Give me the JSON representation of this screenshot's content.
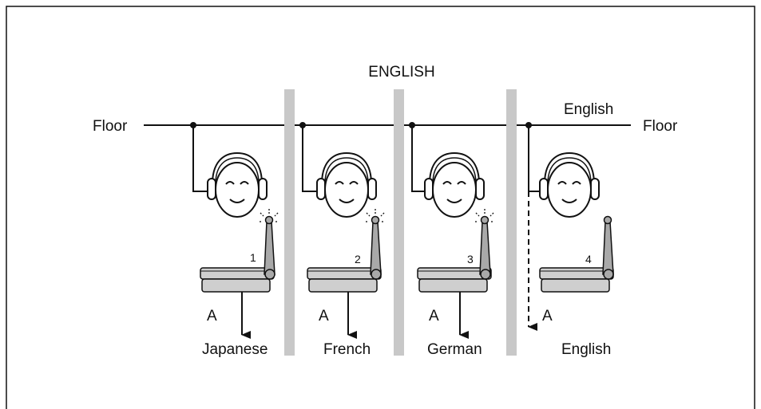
{
  "diagram": {
    "title": "ENGLISH",
    "floor_left_label": "Floor",
    "floor_right_label": "Floor",
    "bus_label": "English",
    "colors": {
      "line": "#111111",
      "divider": "#c8c8c8",
      "desk_fill": "#cfcfcf",
      "mic_fill": "#a9a9a9",
      "face_fill": "#ffffff"
    },
    "booths": [
      {
        "number": "1",
        "output_label": "A",
        "language": "Japanese",
        "mic_active": true,
        "output_line": "solid"
      },
      {
        "number": "2",
        "output_label": "A",
        "language": "French",
        "mic_active": true,
        "output_line": "solid"
      },
      {
        "number": "3",
        "output_label": "A",
        "language": "German",
        "mic_active": true,
        "output_line": "solid"
      },
      {
        "number": "4",
        "output_label": "A",
        "language": "English",
        "mic_active": false,
        "output_line": "dashed"
      }
    ]
  }
}
